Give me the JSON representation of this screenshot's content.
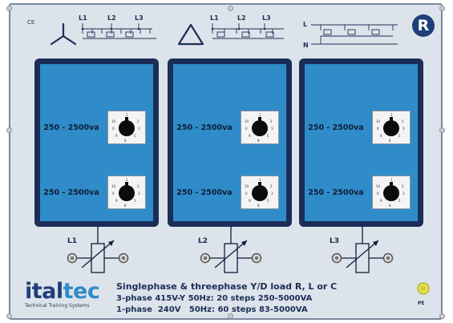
{
  "marks": {
    "ce": "CE",
    "badge": "R"
  },
  "connections": {
    "star": {
      "labels": [
        "L1",
        "L2",
        "L3"
      ]
    },
    "delta": {
      "labels": [
        "L1",
        "L2",
        "L3"
      ]
    },
    "single": {
      "labels": [
        "L",
        "N"
      ]
    }
  },
  "modules": [
    {
      "id": "L1",
      "upper_range": "250 - 2500va",
      "lower_range": "250 - 2500va"
    },
    {
      "id": "L2",
      "upper_range": "250 - 2500va",
      "lower_range": "250 - 2500va"
    },
    {
      "id": "L3",
      "upper_range": "250 - 2500va",
      "lower_range": "250 - 2500va"
    }
  ],
  "brand": {
    "name_part1": "ital",
    "name_part2": "tec",
    "tagline": "Technical Training Systems"
  },
  "description": {
    "title": "Singlephase & threephase Y/D load R, L or C",
    "line1": "3-phase 415V-Y 50Hz: 20 steps 250-5000VA",
    "line2": "1-phase  240V   50Hz: 60 steps 83-5000VA"
  },
  "pe_label": "PE",
  "colors": {
    "panel": "#dde3ea",
    "module_frame": "#1a2e57",
    "module_face": "#2f8cc8",
    "brand": "#1e3f7a",
    "pe_terminal": "#e3e04a"
  }
}
